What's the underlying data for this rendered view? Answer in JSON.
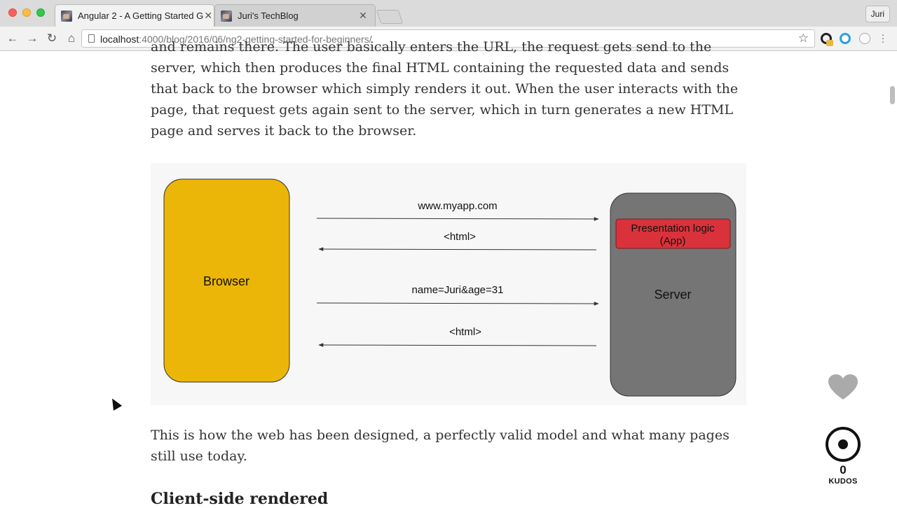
{
  "window": {
    "tabs": [
      {
        "title": "Angular 2 - A Getting Started G",
        "active": true
      },
      {
        "title": "Juri's TechBlog",
        "active": false
      }
    ],
    "profile_name": "Juri"
  },
  "toolbar": {
    "url_host": "localhost",
    "url_rest": ":4000/blog/2016/06/ng2-getting-started-for-beginners/"
  },
  "article": {
    "paragraph_top": "and remains there. The user basically enters the URL, the request gets send to the server, which then produces the final HTML containing the requested data and sends that back to the browser which simply renders it out. When the user interacts with the page, that request gets again sent to the server, which in turn generates a new HTML page and serves it back to the browser.",
    "paragraph_bottom": "This is how the web has been designed, a perfectly valid model and what many pages still use today.",
    "next_heading": "Client-side rendered"
  },
  "diagram": {
    "browser_label": "Browser",
    "server_label": "Server",
    "app_label_line1": "Presentation logic",
    "app_label_line2": "(App)",
    "arrow_request1": "www.myapp.com",
    "arrow_response1": "<html>",
    "arrow_request2": "name=Juri&age=31",
    "arrow_response2": "<html>",
    "colors": {
      "browser": "#ebb607",
      "server": "#757575",
      "app": "#d9323b"
    }
  },
  "kudos": {
    "count": "0",
    "label": "KUDOS"
  }
}
